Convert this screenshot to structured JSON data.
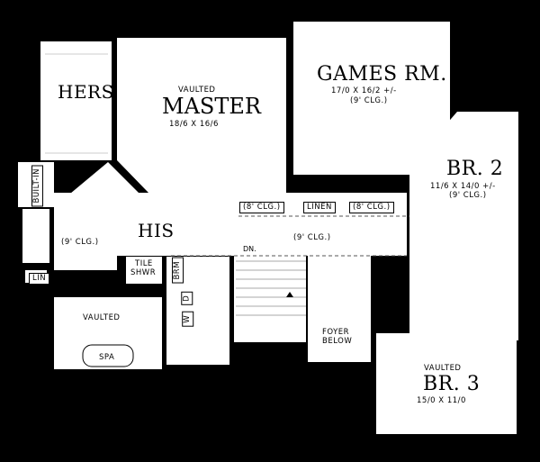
{
  "rooms": {
    "hers": {
      "name": "HERS"
    },
    "master": {
      "note": "VAULTED",
      "name": "MASTER",
      "dims": "18/6 X 16/6"
    },
    "games": {
      "name": "GAMES RM.",
      "dims": "17/0 X 16/2 +/-",
      "ceiling": "(9' CLG.)"
    },
    "br2": {
      "name": "BR. 2",
      "dims": "11/6 X 14/0 +/-",
      "ceiling": "(9' CLG.)"
    },
    "his": {
      "name": "HIS"
    },
    "br3": {
      "note": "VAULTED",
      "name": "BR. 3",
      "dims": "15/0 X 11/0"
    },
    "master_bath": {
      "note": "VAULTED"
    },
    "spa": {
      "name": "SPA"
    },
    "foyer": {
      "line1": "FOYER",
      "line2": "BELOW"
    }
  },
  "labels": {
    "built_in": "BUILT-IN",
    "lin": "LIN",
    "linen": "LINEN",
    "tile_shwr_1": "TILE",
    "tile_shwr_2": "SHWR",
    "brm": "BRM",
    "dryer": "D",
    "washer": "W",
    "stairs_down": "DN.",
    "clg_hall_left": "(9' CLG.)",
    "clg_master_closet": "(8' CLG.)",
    "clg_games_closet": "(8' CLG.)",
    "clg_hall_center": "(9' CLG.)"
  }
}
